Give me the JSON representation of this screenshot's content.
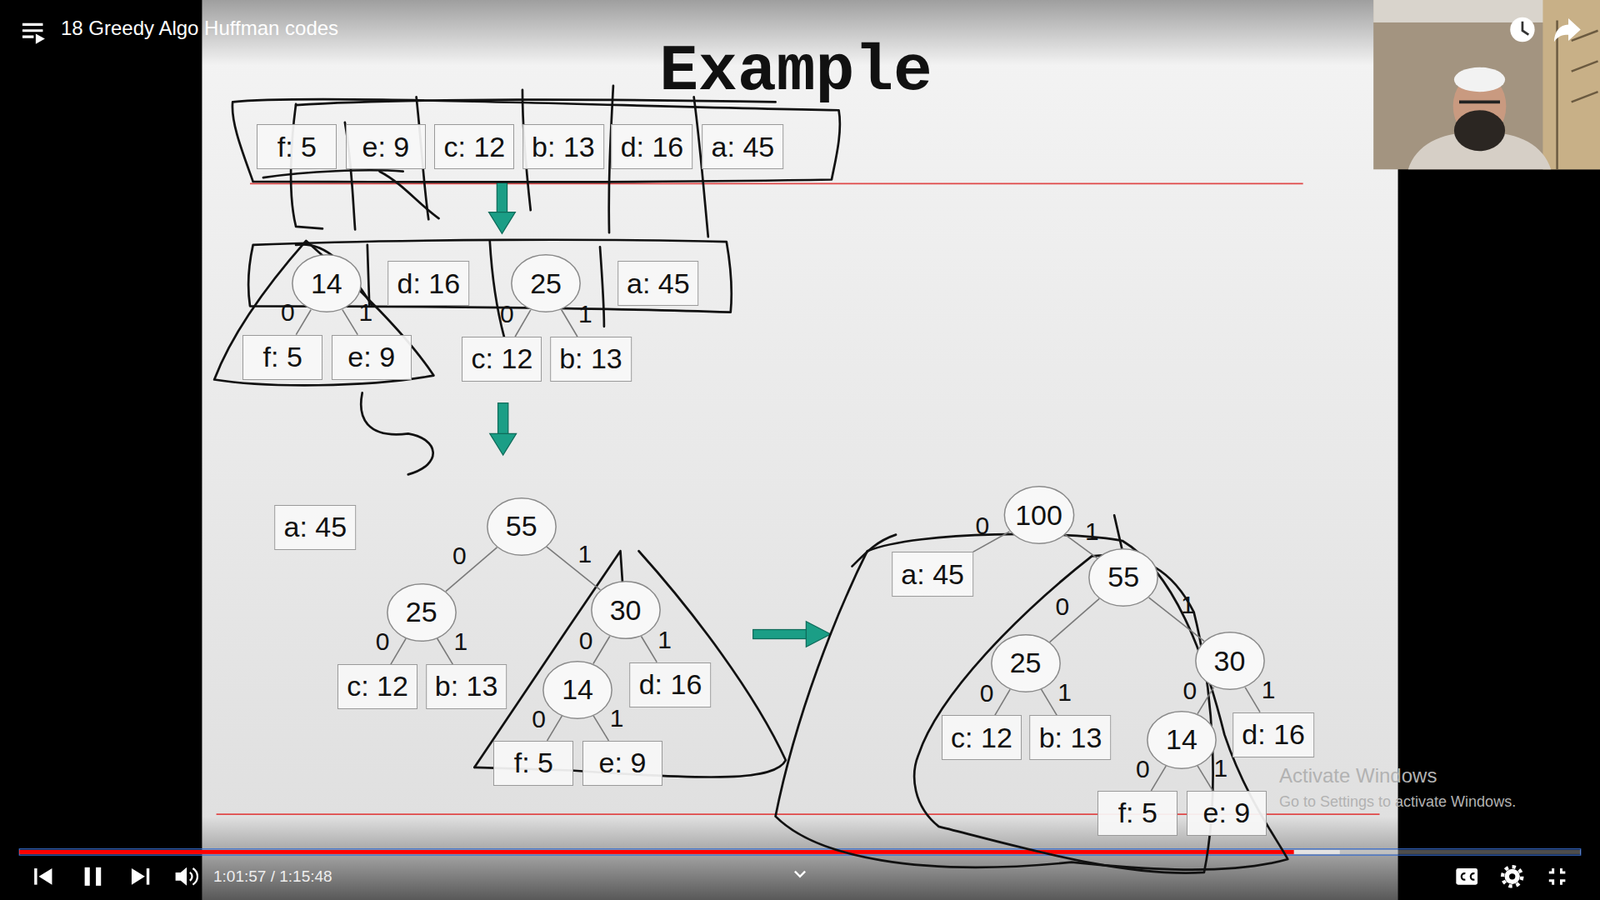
{
  "diagram": {
    "title": "Example",
    "nodes": [
      {
        "text": [
          "f: 5"
        ]
      },
      {
        "text": [
          "e: 9"
        ]
      },
      {
        "text": [
          "c: 12"
        ]
      },
      {
        "text": [
          "b: 13"
        ]
      },
      {
        "text": [
          "d: 16"
        ]
      },
      {
        "text": [
          "a: 45"
        ]
      },
      {
        "text": [
          "14"
        ]
      },
      {
        "text": [
          "d: 16"
        ]
      },
      {
        "text": [
          "25"
        ]
      },
      {
        "text": [
          "a: 45"
        ]
      },
      {
        "text": [
          "f: 5"
        ]
      },
      {
        "text": [
          "e: 9"
        ]
      },
      {
        "text": [
          "c: 12"
        ]
      },
      {
        "text": [
          "b: 13"
        ]
      },
      {
        "text": [
          "a: 45"
        ]
      },
      {
        "text": [
          "55"
        ]
      },
      {
        "text": [
          "25"
        ]
      },
      {
        "text": [
          "30"
        ]
      },
      {
        "text": [
          "c: 12"
        ]
      },
      {
        "text": [
          "b: 13"
        ]
      },
      {
        "text": [
          "14"
        ]
      },
      {
        "text": [
          "d: 16"
        ]
      },
      {
        "text": [
          "f: 5"
        ]
      },
      {
        "text": [
          "e: 9"
        ]
      },
      {
        "text": [
          "100"
        ]
      },
      {
        "text": [
          "a: 45"
        ]
      },
      {
        "text": [
          "55"
        ]
      },
      {
        "text": [
          "25"
        ]
      },
      {
        "text": [
          "30"
        ]
      },
      {
        "text": [
          "c: 12"
        ]
      },
      {
        "text": [
          "b: 13"
        ]
      },
      {
        "text": [
          "14"
        ]
      },
      {
        "text": [
          "d: 16"
        ]
      },
      {
        "text": [
          "f: 5"
        ]
      },
      {
        "text": [
          "e: 9"
        ]
      }
    ],
    "edges": [
      {
        "from": 6,
        "to": 10,
        "arrow": "none",
        "label": "0"
      },
      {
        "from": 6,
        "to": 11,
        "arrow": "none",
        "label": "1"
      },
      {
        "from": 8,
        "to": 12,
        "arrow": "none",
        "label": "0"
      },
      {
        "from": 8,
        "to": 13,
        "arrow": "none",
        "label": "1"
      },
      {
        "from": 15,
        "to": 16,
        "arrow": "none",
        "label": "0"
      },
      {
        "from": 15,
        "to": 17,
        "arrow": "none",
        "label": "1"
      },
      {
        "from": 16,
        "to": 18,
        "arrow": "none",
        "label": "0"
      },
      {
        "from": 16,
        "to": 19,
        "arrow": "none",
        "label": "1"
      },
      {
        "from": 17,
        "to": 20,
        "arrow": "none",
        "label": "0"
      },
      {
        "from": 17,
        "to": 21,
        "arrow": "none",
        "label": "1"
      },
      {
        "from": 20,
        "to": 22,
        "arrow": "none",
        "label": "0"
      },
      {
        "from": 20,
        "to": 23,
        "arrow": "none",
        "label": "1"
      },
      {
        "from": 24,
        "to": 25,
        "arrow": "none",
        "label": "0"
      },
      {
        "from": 24,
        "to": 26,
        "arrow": "none",
        "label": "1"
      },
      {
        "from": 26,
        "to": 27,
        "arrow": "none",
        "label": "0"
      },
      {
        "from": 26,
        "to": 28,
        "arrow": "none",
        "label": "1"
      },
      {
        "from": 27,
        "to": 29,
        "arrow": "none",
        "label": "0"
      },
      {
        "from": 27,
        "to": 30,
        "arrow": "none",
        "label": "1"
      },
      {
        "from": 28,
        "to": 31,
        "arrow": "none",
        "label": "0"
      },
      {
        "from": 28,
        "to": 32,
        "arrow": "none",
        "label": "1"
      },
      {
        "from": 31,
        "to": 33,
        "arrow": "none",
        "label": "0"
      },
      {
        "from": 31,
        "to": 34,
        "arrow": "none",
        "label": "1"
      }
    ],
    "labels": [
      "18 Greedy Algo Huffman codes",
      "1:01:57 / 1:15:48",
      "Activate Windows",
      "Go to Settings to activate Windows."
    ]
  }
}
